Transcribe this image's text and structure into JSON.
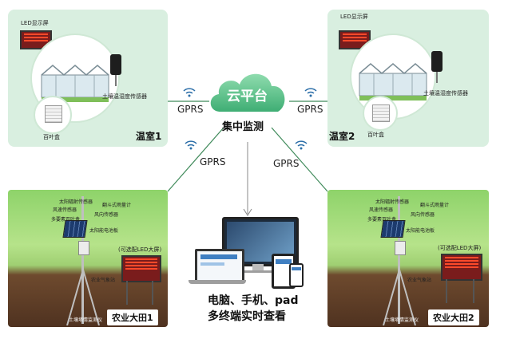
{
  "cloud": {
    "label": "云平台"
  },
  "center": {
    "label": "集中监测"
  },
  "links": {
    "gprs": "GPRS"
  },
  "greenhouse1": {
    "title": "温室1",
    "led_label": "LED显示屏",
    "soil_label": "土壤温湿度传感器",
    "shelter_label": "百叶盒"
  },
  "greenhouse2": {
    "title": "温室2",
    "led_label": "LED显示屏",
    "soil_label": "土壤温湿度传感器",
    "shelter_label": "百叶盒"
  },
  "field1": {
    "title": "农业大田1",
    "labels": [
      "太阳辐射传感器",
      "翻斗式雨量计",
      "风速传感器",
      "风向传感器",
      "多要素百叶盒",
      "太阳能电池板",
      "农业气象站",
      "土壤墒情监测仪"
    ],
    "led_note": "(可选配LED大屏)"
  },
  "field2": {
    "title": "农业大田2",
    "labels": [
      "太阳辐射传感器",
      "翻斗式雨量计",
      "风速传感器",
      "风向传感器",
      "多要素百叶盒",
      "太阳能电池板",
      "农业气象站",
      "土壤墒情监测仪"
    ],
    "led_note": "(可选配LED大屏)"
  },
  "terminals": {
    "line1": "电脑、手机、pad",
    "line2": "多终端实时查看"
  },
  "colors": {
    "panel": "#d9efe0",
    "cloud": "#5ec08a",
    "line": "#3f8a5a"
  }
}
